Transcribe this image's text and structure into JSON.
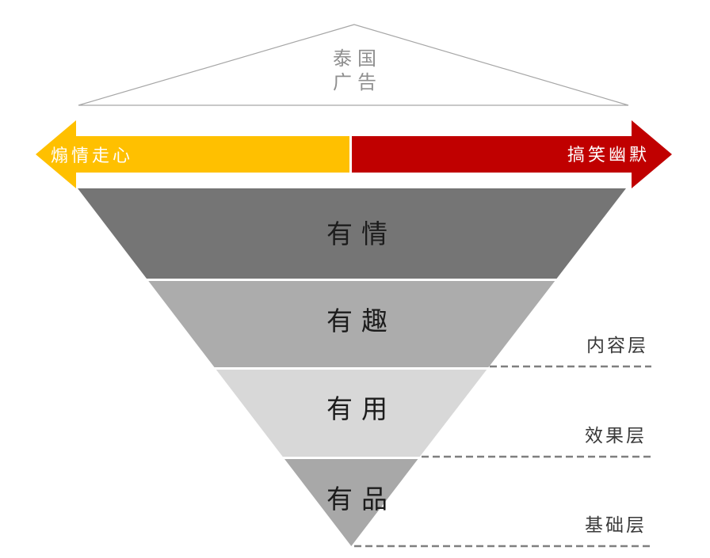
{
  "diagram": {
    "title": "泰国广告",
    "roof": {
      "title_line1": "泰国",
      "title_line2": "广告",
      "outline_color": "#a6a6a6",
      "text_color": "#8f8f8f"
    },
    "spectrum": {
      "left_label": "煽情走心",
      "right_label": "搞笑幽默",
      "left_color": "#FFC000",
      "right_color": "#C00000",
      "text_color": "#ffffff"
    },
    "funnel": {
      "levels": [
        {
          "label": "有情",
          "color": "#757575"
        },
        {
          "label": "有趣",
          "color": "#ACACAC"
        },
        {
          "label": "有用",
          "color": "#D8D8D8"
        },
        {
          "label": "有品",
          "color": "#A8A8A8"
        }
      ],
      "text_color": "#1c1c1c"
    },
    "layers": [
      {
        "label": "内容层"
      },
      {
        "label": "效果层"
      },
      {
        "label": "基础层"
      }
    ],
    "dash_color": "#7f7f7f"
  }
}
